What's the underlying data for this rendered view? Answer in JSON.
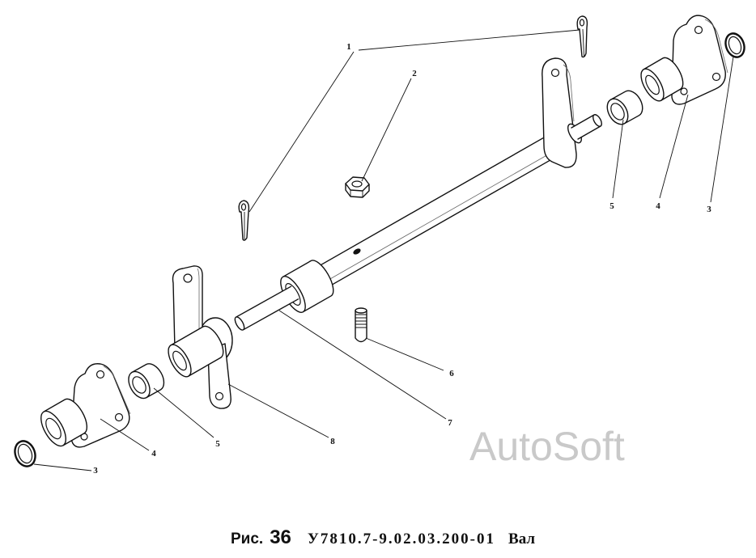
{
  "callouts": [
    "1",
    "2",
    "5",
    "4",
    "3",
    "6",
    "7",
    "8",
    "5",
    "4",
    "3"
  ],
  "watermark": "AutoSoft",
  "caption": {
    "prefix": "Рис.",
    "number": "36",
    "code": "У7810.7-9.02.03.200-01",
    "title": "Вал"
  },
  "colors": {
    "line": "#111111",
    "watermark": "#c9c9c9",
    "background": "#ffffff"
  }
}
